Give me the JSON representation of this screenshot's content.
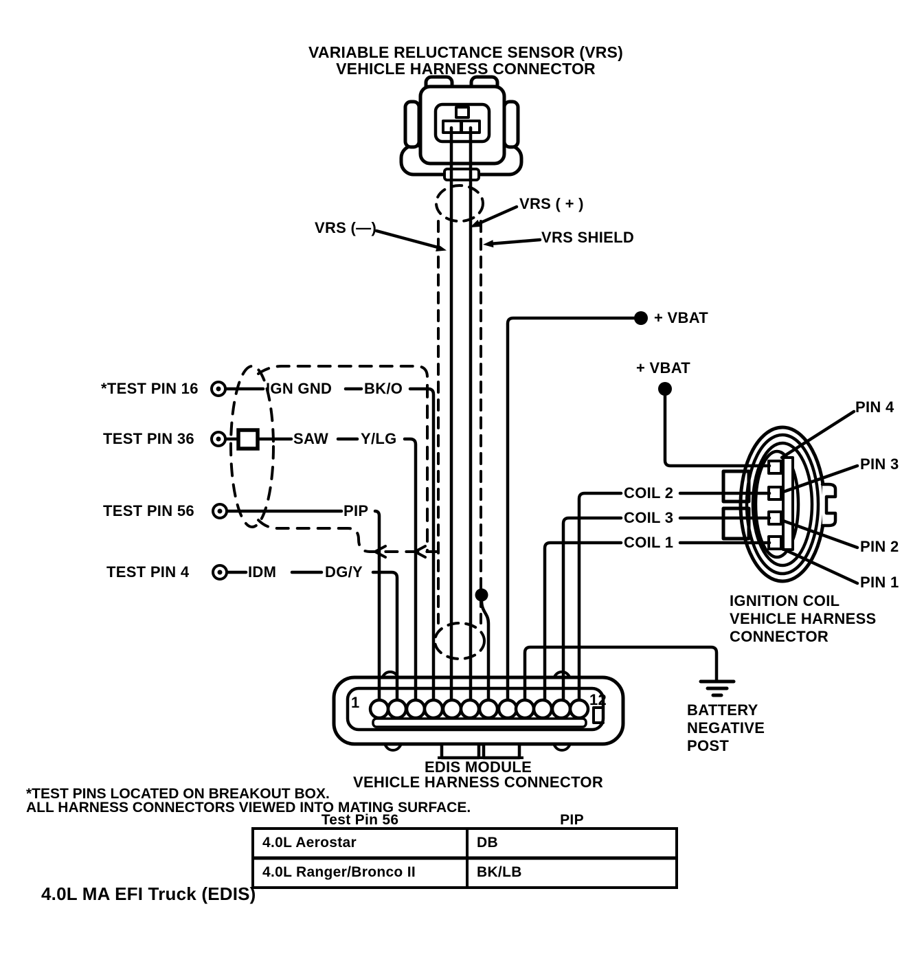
{
  "diagram": {
    "title": {
      "line1": "VARIABLE RELUCTANCE SENSOR (VRS)",
      "line2": "VEHICLE HARNESS CONNECTOR"
    },
    "vrs": {
      "minus_label": "VRS (—)",
      "plus_label": "VRS ( + )",
      "shield_label": "VRS SHIELD"
    },
    "power": {
      "vbat_edis_label": "+ VBAT",
      "vbat_coil_label": "+ VBAT"
    },
    "test_pins": [
      {
        "name": "*TEST PIN 16",
        "signal": "IGN GND",
        "wire": "BK/O"
      },
      {
        "name": "TEST PIN 36",
        "signal": "SAW",
        "wire": "Y/LG"
      },
      {
        "name": "TEST PIN 56",
        "signal": "PIP",
        "wire": ""
      },
      {
        "name": "TEST PIN 4",
        "signal": "IDM",
        "wire": "DG/Y"
      }
    ],
    "coil_wires": {
      "coil2": "COIL 2",
      "coil3": "COIL 3",
      "coil1": "COIL 1"
    },
    "ignition_connector": {
      "pin4": "PIN 4",
      "pin3": "PIN 3",
      "pin2": "PIN 2",
      "pin1": "PIN 1",
      "caption_line1": "IGNITION COIL",
      "caption_line2": "VEHICLE HARNESS",
      "caption_line3": "CONNECTOR"
    },
    "edis_connector": {
      "pin_first": "1",
      "pin_last": "12",
      "caption_line1": "EDIS MODULE",
      "caption_line2": "VEHICLE HARNESS CONNECTOR"
    },
    "battery": {
      "line1": "BATTERY",
      "line2": "NEGATIVE",
      "line3": "POST"
    },
    "notes": {
      "line1": "*TEST PINS LOCATED ON BREAKOUT BOX.",
      "line2": "ALL HARNESS CONNECTORS VIEWED INTO MATING SURFACE."
    },
    "table": {
      "col1_header": "Test Pin 56",
      "col2_header": "PIP",
      "rows": [
        {
          "model": "4.0L Aerostar",
          "wire": "DB"
        },
        {
          "model": "4.0L Ranger/Bronco II",
          "wire": "BK/LB"
        }
      ]
    },
    "footer_caption": "4.0L MA EFI Truck (EDIS)",
    "colors": {
      "ink": "#000000",
      "paper": "#ffffff"
    }
  }
}
